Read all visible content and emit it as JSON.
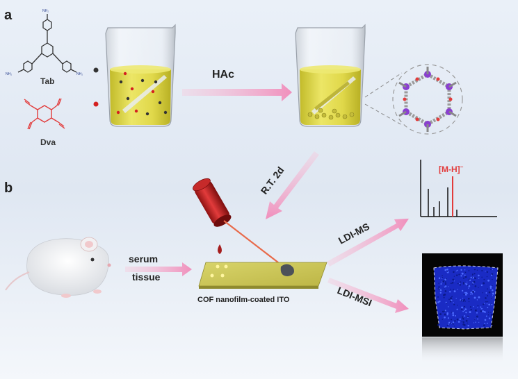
{
  "panels": {
    "a": "a",
    "b": "b"
  },
  "molecules": {
    "tab": {
      "label": "Tab",
      "amine": "NH₂"
    },
    "dva": {
      "label": "Dva"
    }
  },
  "steps": {
    "hac": "HAc",
    "rt": "R.T. 2d",
    "serum": "serum",
    "tissue": "tissue",
    "slide": "COF nanofilm-coated ITO",
    "ldi_ms": "LDI-MS",
    "ldi_msi": "LDI-MSI"
  },
  "spectrum": {
    "peak_label": "[M-H]",
    "peak_superscript": "−"
  },
  "colors": {
    "amine_blue": "#2a3f8f",
    "aldehyde_red": "#e23b3b",
    "solution_yellow": "#d9d13a",
    "arrow_pink": "#f3a6c7",
    "peak_red": "#e23b3b",
    "msi_blue": "#1f2fd6"
  }
}
